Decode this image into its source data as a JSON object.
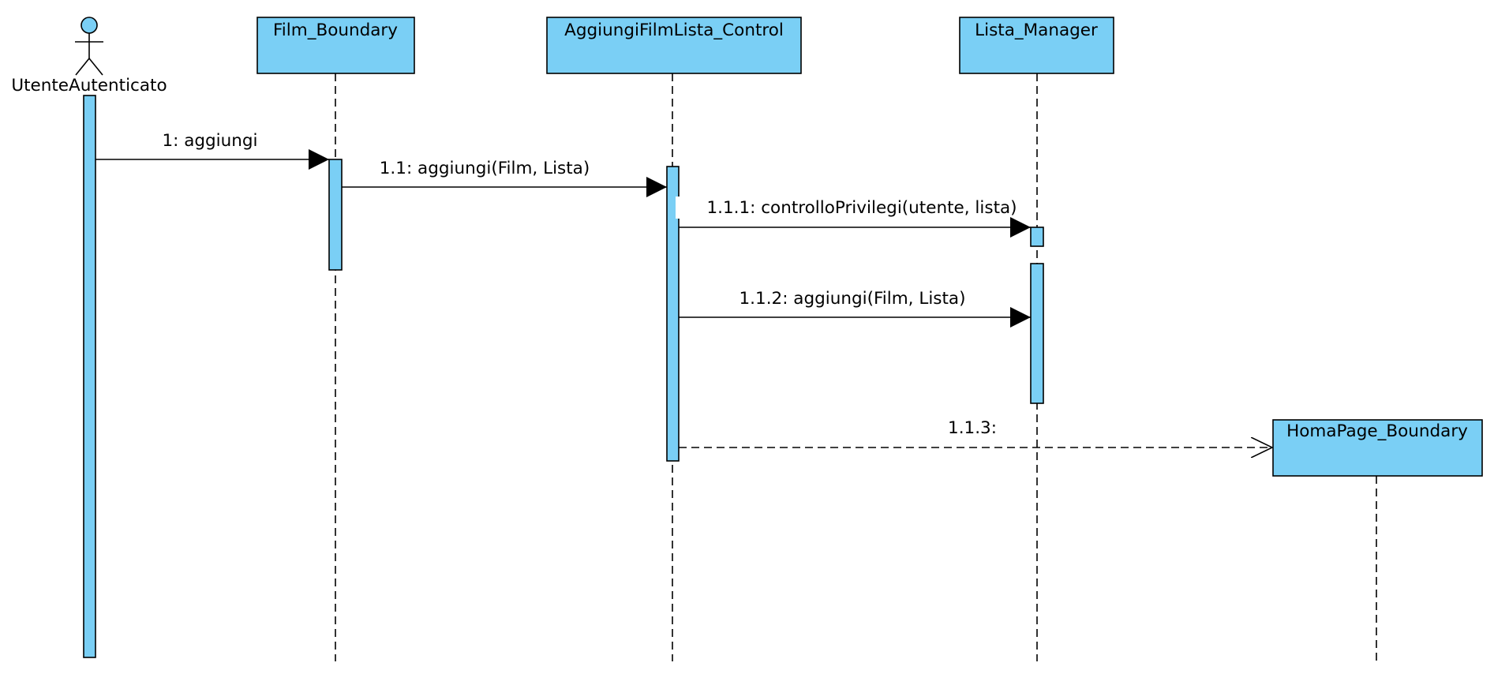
{
  "colors": {
    "fill": "#7ACFF5",
    "line": "#000000",
    "background": "#ffffff"
  },
  "actor": {
    "name": "UtenteAutenticato",
    "icon": "stick-figure-actor-icon"
  },
  "participants": [
    {
      "name": "Film_Boundary"
    },
    {
      "name": "AggiungiFilmLista_Control"
    },
    {
      "name": "Lista_Manager"
    },
    {
      "name": "HomaPage_Boundary"
    }
  ],
  "messages": [
    {
      "label": "1: aggiungi",
      "kind": "synchronous"
    },
    {
      "label": "1.1: aggiungi(Film, Lista)",
      "kind": "synchronous"
    },
    {
      "label": "1.1.1: controlloPrivilegi(utente, lista)",
      "kind": "synchronous"
    },
    {
      "label": "1.1.2: aggiungi(Film, Lista)",
      "kind": "synchronous"
    },
    {
      "label": "1.1.3:",
      "kind": "create"
    }
  ]
}
